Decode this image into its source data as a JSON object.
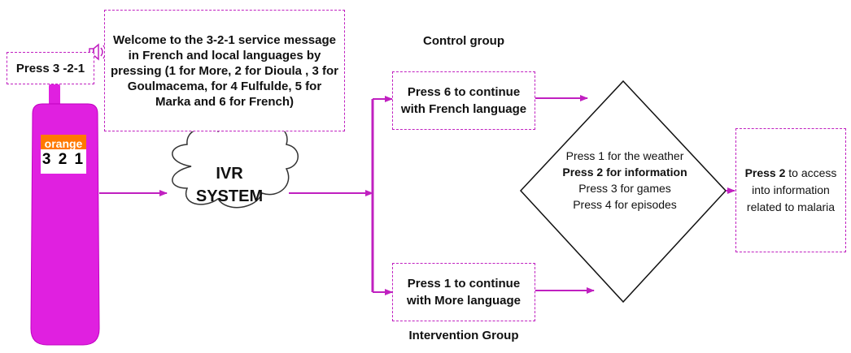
{
  "phone": {
    "brand": "orange",
    "digits": "3 2 1"
  },
  "press_321": "Press 3 -2-1",
  "welcome_lines": [
    "Welcome to the 3-2-1 service message",
    "in French and local languages by",
    "pressing (1 for More, 2 for Dioula , 3 for",
    "Goulmacema, for 4 Fulfulde, 5 for",
    "Marka and 6 for French)"
  ],
  "ivr": {
    "line1": "IVR",
    "line2": "SYSTEM"
  },
  "control": {
    "label": "Control group",
    "box_lines": [
      "Press 6 to continue",
      "with French language"
    ]
  },
  "intervention": {
    "label": "Intervention Group",
    "box_lines": [
      "Press 1 to continue",
      "with More language"
    ]
  },
  "menu": {
    "line1": "Press 1 for the weather",
    "line2": "Press 2 for information",
    "line3": "Press 3 for games",
    "line4": "Press 4 for episodes"
  },
  "result": {
    "bold": "Press 2",
    "rest1": " to access",
    "line2": "into information",
    "line3": "related to malaria"
  },
  "colors": {
    "accent": "#c020c0",
    "phone": "#e020e0",
    "screen": "#ffffff",
    "brand": "#ff7900"
  }
}
